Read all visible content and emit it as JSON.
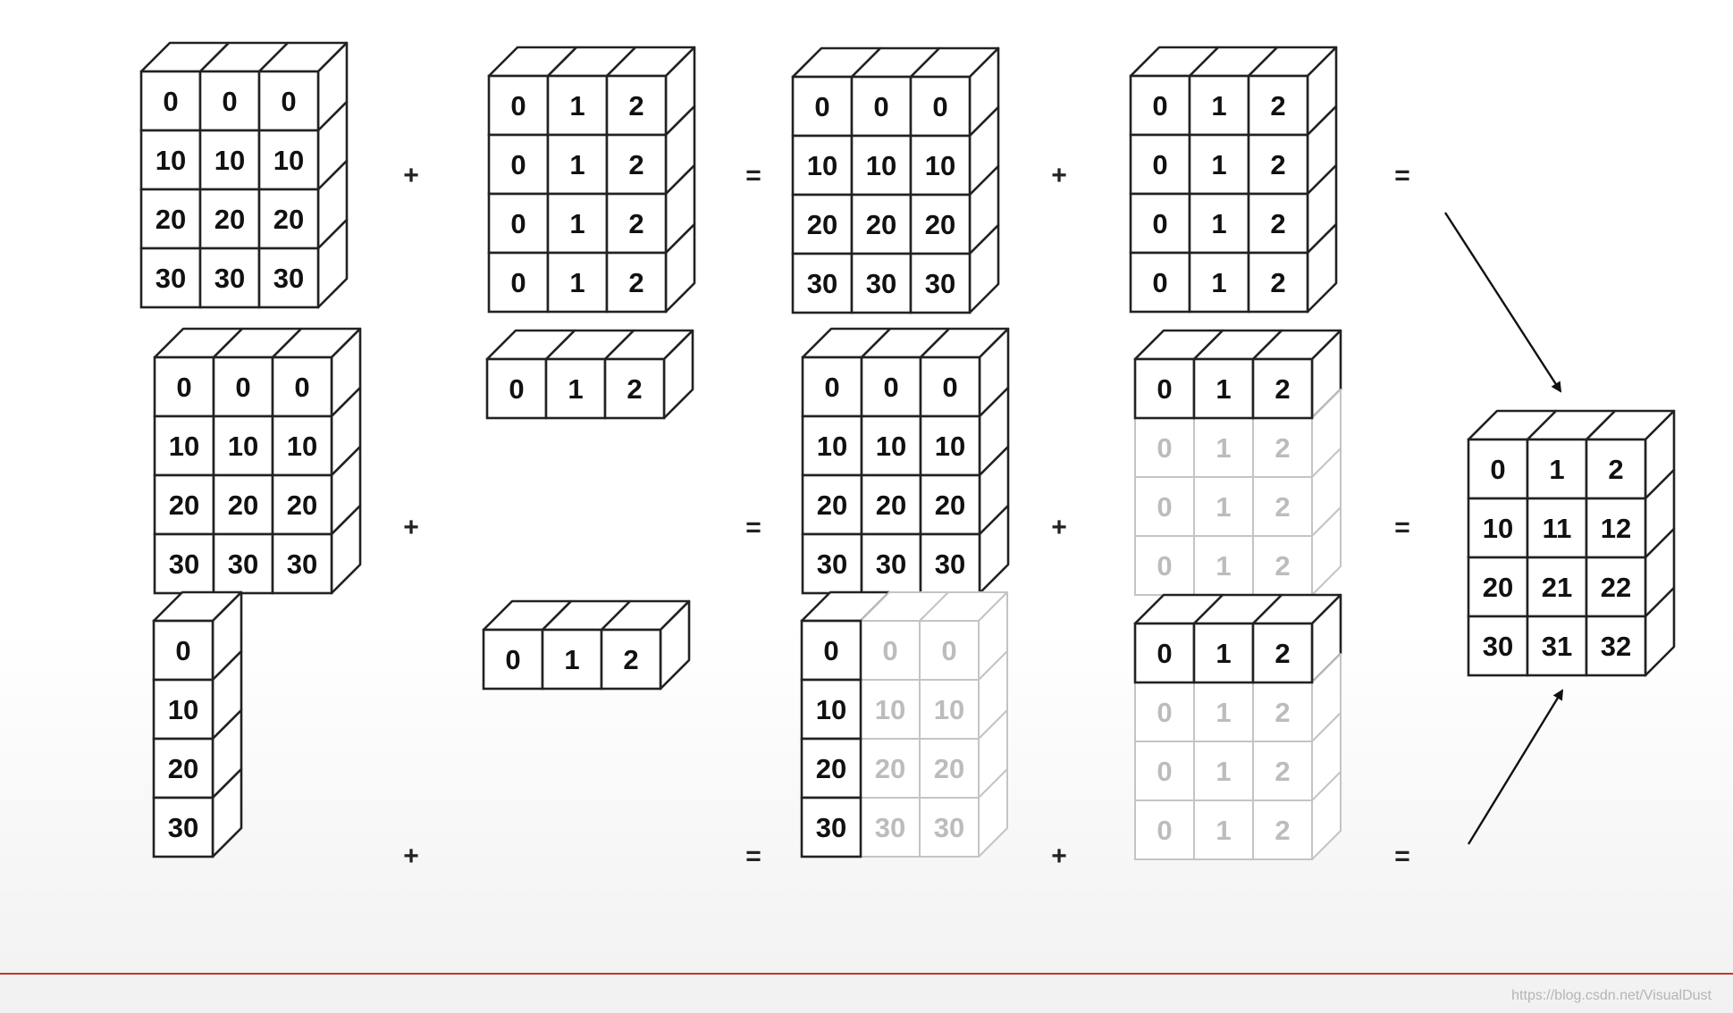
{
  "rows": [
    {
      "operands": [
        {
          "values": [
            [
              "0",
              "0",
              "0"
            ],
            [
              "10",
              "10",
              "10"
            ],
            [
              "20",
              "20",
              "20"
            ],
            [
              "30",
              "30",
              "30"
            ]
          ],
          "ghost": []
        },
        {
          "values": [
            [
              "0",
              "1",
              "2"
            ],
            [
              "0",
              "1",
              "2"
            ],
            [
              "0",
              "1",
              "2"
            ],
            [
              "0",
              "1",
              "2"
            ]
          ],
          "ghost": []
        },
        {
          "values": [
            [
              "0",
              "0",
              "0"
            ],
            [
              "10",
              "10",
              "10"
            ],
            [
              "20",
              "20",
              "20"
            ],
            [
              "30",
              "30",
              "30"
            ]
          ],
          "ghost": []
        },
        {
          "values": [
            [
              "0",
              "1",
              "2"
            ],
            [
              "0",
              "1",
              "2"
            ],
            [
              "0",
              "1",
              "2"
            ],
            [
              "0",
              "1",
              "2"
            ]
          ],
          "ghost": []
        }
      ],
      "op1": "+",
      "eq": "=",
      "op2": "+",
      "eq2": "="
    },
    {
      "operands": [
        {
          "values": [
            [
              "0",
              "0",
              "0"
            ],
            [
              "10",
              "10",
              "10"
            ],
            [
              "20",
              "20",
              "20"
            ],
            [
              "30",
              "30",
              "30"
            ]
          ],
          "ghost": []
        },
        {
          "values": [
            [
              "0",
              "1",
              "2"
            ]
          ],
          "ghost": []
        },
        {
          "values": [
            [
              "0",
              "0",
              "0"
            ],
            [
              "10",
              "10",
              "10"
            ],
            [
              "20",
              "20",
              "20"
            ],
            [
              "30",
              "30",
              "30"
            ]
          ],
          "ghost": []
        },
        {
          "values": [
            [
              "0",
              "1",
              "2"
            ],
            [
              "0",
              "1",
              "2"
            ],
            [
              "0",
              "1",
              "2"
            ],
            [
              "0",
              "1",
              "2"
            ]
          ],
          "ghost": [
            "rows:1-3"
          ]
        }
      ],
      "op1": "+",
      "eq": "=",
      "op2": "+",
      "eq2": "="
    },
    {
      "operands": [
        {
          "values": [
            [
              "0"
            ],
            [
              "10"
            ],
            [
              "20"
            ],
            [
              "30"
            ]
          ],
          "ghost": []
        },
        {
          "values": [
            [
              "0",
              "1",
              "2"
            ]
          ],
          "ghost": []
        },
        {
          "values": [
            [
              "0",
              "0",
              "0"
            ],
            [
              "10",
              "10",
              "10"
            ],
            [
              "20",
              "20",
              "20"
            ],
            [
              "30",
              "30",
              "30"
            ]
          ],
          "ghost": [
            "cols:1-2"
          ]
        },
        {
          "values": [
            [
              "0",
              "1",
              "2"
            ],
            [
              "0",
              "1",
              "2"
            ],
            [
              "0",
              "1",
              "2"
            ],
            [
              "0",
              "1",
              "2"
            ]
          ],
          "ghost": [
            "rows:1-3"
          ]
        }
      ],
      "op1": "+",
      "eq": "=",
      "op2": "+",
      "eq2": "="
    }
  ],
  "result": {
    "values": [
      [
        "0",
        "1",
        "2"
      ],
      [
        "10",
        "11",
        "12"
      ],
      [
        "20",
        "21",
        "22"
      ],
      [
        "30",
        "31",
        "32"
      ]
    ]
  },
  "watermark": "https://blog.csdn.net/VisualDust",
  "colors": {
    "line": "#222222",
    "ghost": "#c4c4c4",
    "ghost_text": "#bcbcbc",
    "baseline": "#c0392b"
  }
}
